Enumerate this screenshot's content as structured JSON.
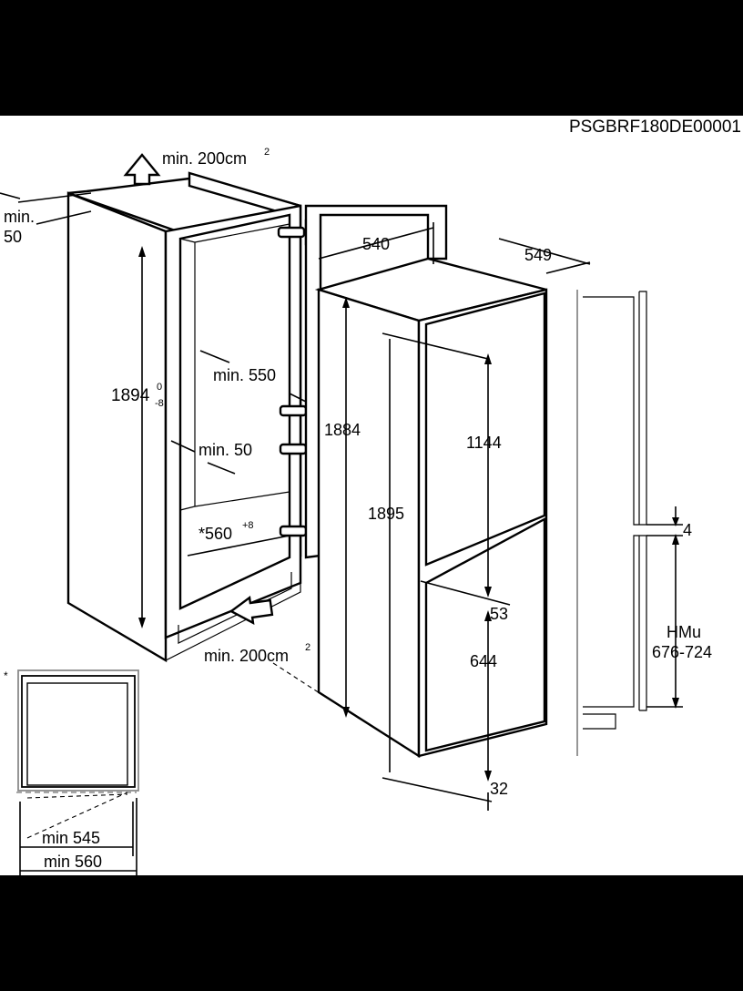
{
  "diagram": {
    "code": "PSGBRF180DE00001",
    "labels": {
      "vent_top": "min. 200cm",
      "vent_top_sup": "2",
      "top_clear_a": "min.",
      "top_clear_b": "50",
      "niche_height": "1894",
      "niche_tol_up": "0",
      "niche_tol_down": "-8",
      "min_depth": "min. 550",
      "min_gap": "min. 50",
      "niche_width": "*560",
      "niche_width_tol": "+8",
      "vent_bottom": "min. 200cm",
      "vent_bottom_sup": "2",
      "appl_width": "540",
      "appl_depth": "549",
      "appl_height": "1884",
      "door_height": "1895",
      "upper_door": "1144",
      "gap_mid": "53",
      "lower_door": "644",
      "bottom": "32",
      "gap_4": "4",
      "hmu_a": "HMu",
      "hmu_b": "676-724",
      "asterisk": "*",
      "min545": "min 545",
      "min560": "min 560"
    }
  }
}
